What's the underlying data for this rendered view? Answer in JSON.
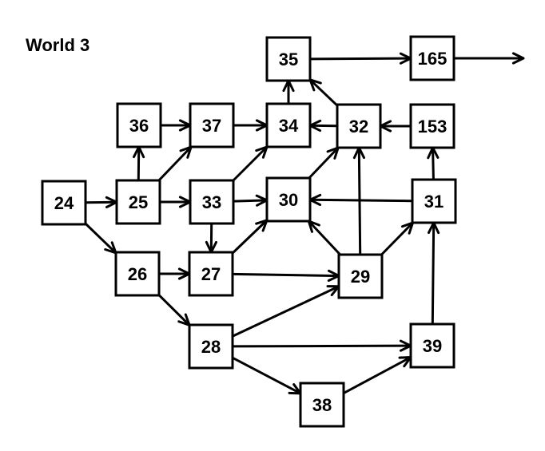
{
  "title": "World 3",
  "nodes": [
    {
      "id": "24",
      "label": "24"
    },
    {
      "id": "25",
      "label": "25"
    },
    {
      "id": "26",
      "label": "26"
    },
    {
      "id": "27",
      "label": "27"
    },
    {
      "id": "28",
      "label": "28"
    },
    {
      "id": "29",
      "label": "29"
    },
    {
      "id": "30",
      "label": "30"
    },
    {
      "id": "31",
      "label": "31"
    },
    {
      "id": "32",
      "label": "32"
    },
    {
      "id": "33",
      "label": "33"
    },
    {
      "id": "34",
      "label": "34"
    },
    {
      "id": "35",
      "label": "35"
    },
    {
      "id": "36",
      "label": "36"
    },
    {
      "id": "37",
      "label": "37"
    },
    {
      "id": "38",
      "label": "38"
    },
    {
      "id": "39",
      "label": "39"
    },
    {
      "id": "153",
      "label": "153"
    },
    {
      "id": "165",
      "label": "165"
    }
  ],
  "edges": [
    {
      "from": "24",
      "to": "25"
    },
    {
      "from": "24",
      "to": "26"
    },
    {
      "from": "25",
      "to": "36"
    },
    {
      "from": "25",
      "to": "37"
    },
    {
      "from": "25",
      "to": "33"
    },
    {
      "from": "36",
      "to": "37"
    },
    {
      "from": "37",
      "to": "34"
    },
    {
      "from": "33",
      "to": "34"
    },
    {
      "from": "33",
      "to": "30"
    },
    {
      "from": "33",
      "to": "27"
    },
    {
      "from": "26",
      "to": "27"
    },
    {
      "from": "26",
      "to": "28"
    },
    {
      "from": "27",
      "to": "30"
    },
    {
      "from": "27",
      "to": "29"
    },
    {
      "from": "28",
      "to": "29"
    },
    {
      "from": "28",
      "to": "39"
    },
    {
      "from": "28",
      "to": "38"
    },
    {
      "from": "38",
      "to": "39"
    },
    {
      "from": "39",
      "to": "31"
    },
    {
      "from": "29",
      "to": "30"
    },
    {
      "from": "29",
      "to": "32"
    },
    {
      "from": "29",
      "to": "31"
    },
    {
      "from": "30",
      "to": "32"
    },
    {
      "from": "31",
      "to": "30"
    },
    {
      "from": "31",
      "to": "153"
    },
    {
      "from": "153",
      "to": "32"
    },
    {
      "from": "32",
      "to": "34"
    },
    {
      "from": "32",
      "to": "35"
    },
    {
      "from": "34",
      "to": "35"
    },
    {
      "from": "35",
      "to": "165"
    },
    {
      "from": "165",
      "to": "exit"
    }
  ]
}
